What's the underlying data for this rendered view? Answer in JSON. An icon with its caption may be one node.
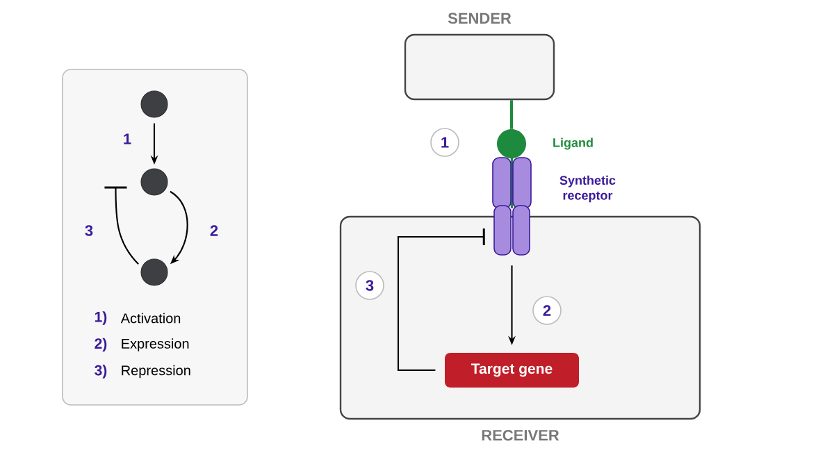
{
  "diagram": {
    "nodes": [
      {
        "text": [],
        "shape": "box"
      },
      {
        "text": [],
        "shape": "circle",
        "in": 0
      },
      {
        "text": [],
        "shape": "circle",
        "in": 0
      },
      {
        "text": [],
        "shape": "circle",
        "in": 0
      },
      {
        "text": [
          "SENDER"
        ]
      },
      {
        "text": [
          "RECEIVER"
        ]
      },
      {
        "text": [],
        "shape": "circle",
        "beside": [
          "Ligand"
        ]
      },
      {
        "text": [],
        "shape": "bar",
        "beside": [
          "Synthetic receptor"
        ]
      },
      {
        "text": [
          "Target gene"
        ],
        "in": 5
      },
      {
        "text": [
          "1"
        ]
      },
      {
        "text": [
          "3"
        ],
        "in": 5
      },
      {
        "text": [
          "2"
        ],
        "in": 5
      }
    ],
    "edges": [
      {
        "from": 1,
        "to": 2,
        "arrow": "to",
        "label": "1"
      },
      {
        "from": 2,
        "to": 3,
        "arrow": "to",
        "label": "2"
      },
      {
        "from": 3,
        "to": 2,
        "arrow": "other",
        "label": "3"
      },
      {
        "from": 4,
        "to": 6,
        "arrow": "none",
        "style": "thick",
        "color": "#1e8a3e"
      },
      {
        "from": 7,
        "to": 8,
        "arrow": "to"
      },
      {
        "from": 8,
        "to": 7,
        "arrow": "other"
      }
    ],
    "labels": [
      "1)",
      "Activation",
      "2)",
      "Expression",
      "3)",
      "Repression"
    ]
  }
}
